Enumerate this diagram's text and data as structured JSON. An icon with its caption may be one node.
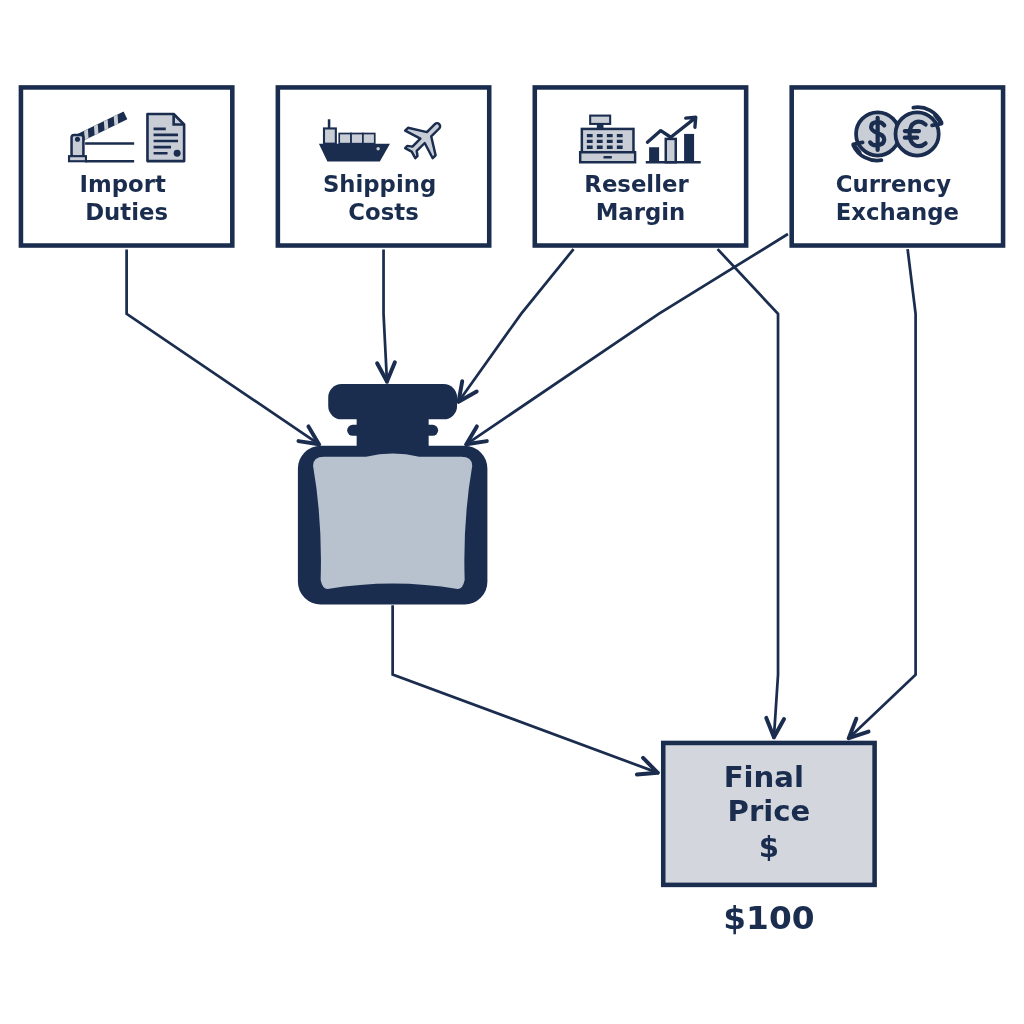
{
  "diagram": {
    "nodes": [
      {
        "text": [
          "Import Duties"
        ]
      },
      {
        "text": [
          "Shipping Costs"
        ]
      },
      {
        "text": [
          "Reseller Margin"
        ]
      },
      {
        "text": [
          "Currency Exchange"
        ]
      },
      {
        "text": [],
        "shape": "picture"
      },
      {
        "text": [
          "Final Price",
          "$"
        ],
        "beside": [
          "$100"
        ]
      }
    ],
    "edges": [
      {
        "from": 0,
        "to": 4,
        "arrow": "to"
      },
      {
        "from": 1,
        "to": 4,
        "arrow": "to"
      },
      {
        "from": 2,
        "to": 4,
        "arrow": "to"
      },
      {
        "from": 3,
        "to": 4,
        "arrow": "to"
      },
      {
        "from": 4,
        "to": 5,
        "arrow": "to"
      },
      {
        "from": 2,
        "to": 5,
        "arrow": "to"
      },
      {
        "from": 3,
        "to": 5,
        "arrow": "to"
      }
    ]
  }
}
